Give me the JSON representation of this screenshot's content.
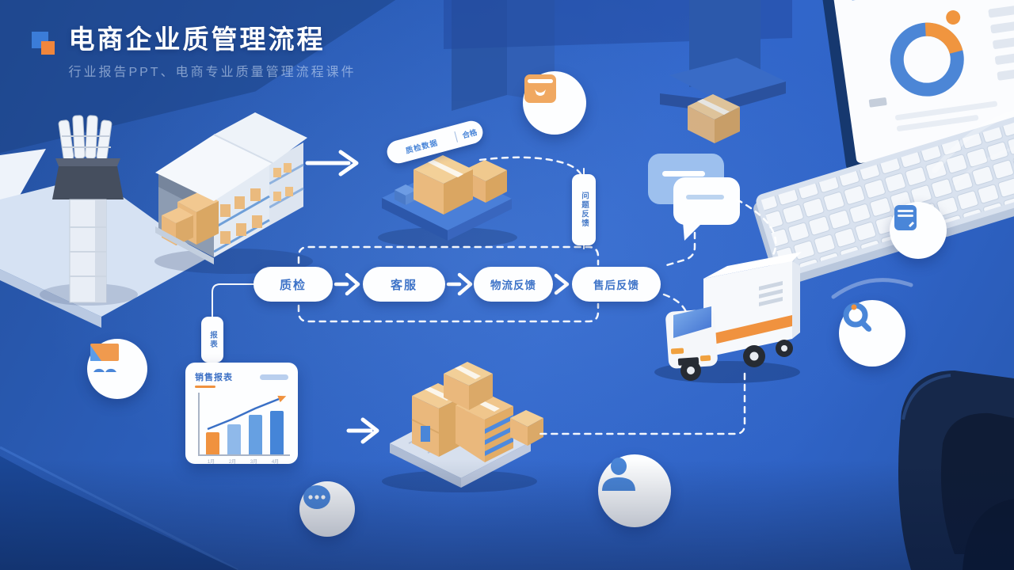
{
  "slide": {
    "title": "电商企业质管理流程",
    "subtitle": "行业报告PPT、电商专业质量管理流程课件"
  },
  "flow": {
    "nodes": [
      {
        "label": "质检"
      },
      {
        "label": "客服"
      },
      {
        "label": "物流反馈"
      },
      {
        "label": "售后反馈"
      }
    ],
    "connector_labels": {
      "problem_feedback": "问题反馈",
      "report": "报表"
    },
    "package_tag": {
      "left": "质检数据",
      "right": "合格"
    }
  },
  "chart_card": {
    "title": "销售报表"
  },
  "chart_data": {
    "type": "bar",
    "title": "销售报表",
    "categories": [
      "1月",
      "2月",
      "3月",
      "4月"
    ],
    "values": [
      28,
      38,
      50,
      55
    ],
    "bar_colors": [
      "#F0923F",
      "#8FB9EA",
      "#66A0E2",
      "#4585D8"
    ],
    "trend_line": [
      32,
      44,
      58,
      70
    ],
    "trend_color": "#3A70C6",
    "arrow_color": "#F0923F",
    "ylim": [
      0,
      78
    ],
    "grid": false,
    "legend": false
  },
  "icons": {
    "top_package": "package-icon",
    "chat": "chat-bubbles-icon",
    "presentation": "presentation-icon",
    "ellipsis": "ellipsis-icon",
    "user": "user-icon",
    "notepad": "notepad-icon",
    "search": "search-icon"
  },
  "colors": {
    "background": "#2D60C2",
    "accent_orange": "#F0863C",
    "accent_blue": "#4A86D8",
    "node_text": "#3A6FC4",
    "box_tan": "#EAB87C"
  }
}
